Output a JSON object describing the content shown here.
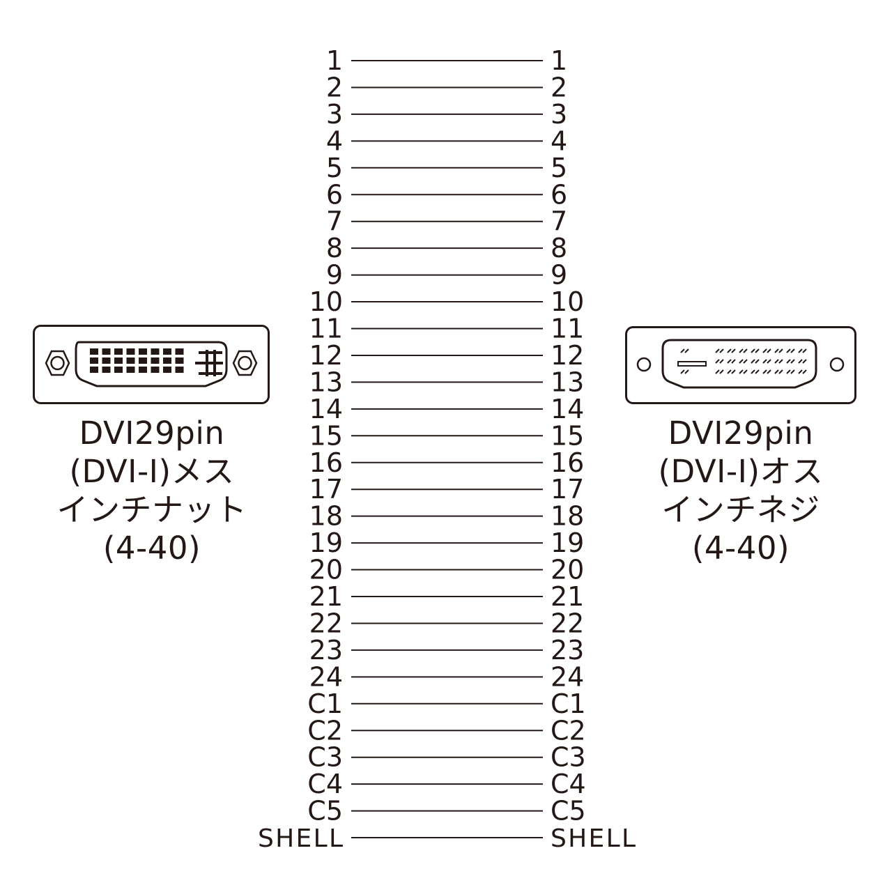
{
  "left_connector": {
    "name": "DVI29pin",
    "caption": [
      "DVI29pin",
      "(DVI-I)メス",
      "インチナット",
      "(4-40)"
    ]
  },
  "right_connector": {
    "name": "DVI29pin",
    "caption": [
      "DVI29pin",
      "(DVI-I)オス",
      "インチネジ",
      "(4-40)"
    ]
  },
  "pins": [
    "1",
    "2",
    "3",
    "4",
    "5",
    "6",
    "7",
    "8",
    "9",
    "10",
    "11",
    "12",
    "13",
    "14",
    "15",
    "16",
    "17",
    "18",
    "19",
    "20",
    "21",
    "22",
    "23",
    "24",
    "C1",
    "C2",
    "C3",
    "C4",
    "C5",
    "SHELL"
  ],
  "colors": {
    "ink": "#231815",
    "background": "#ffffff"
  }
}
